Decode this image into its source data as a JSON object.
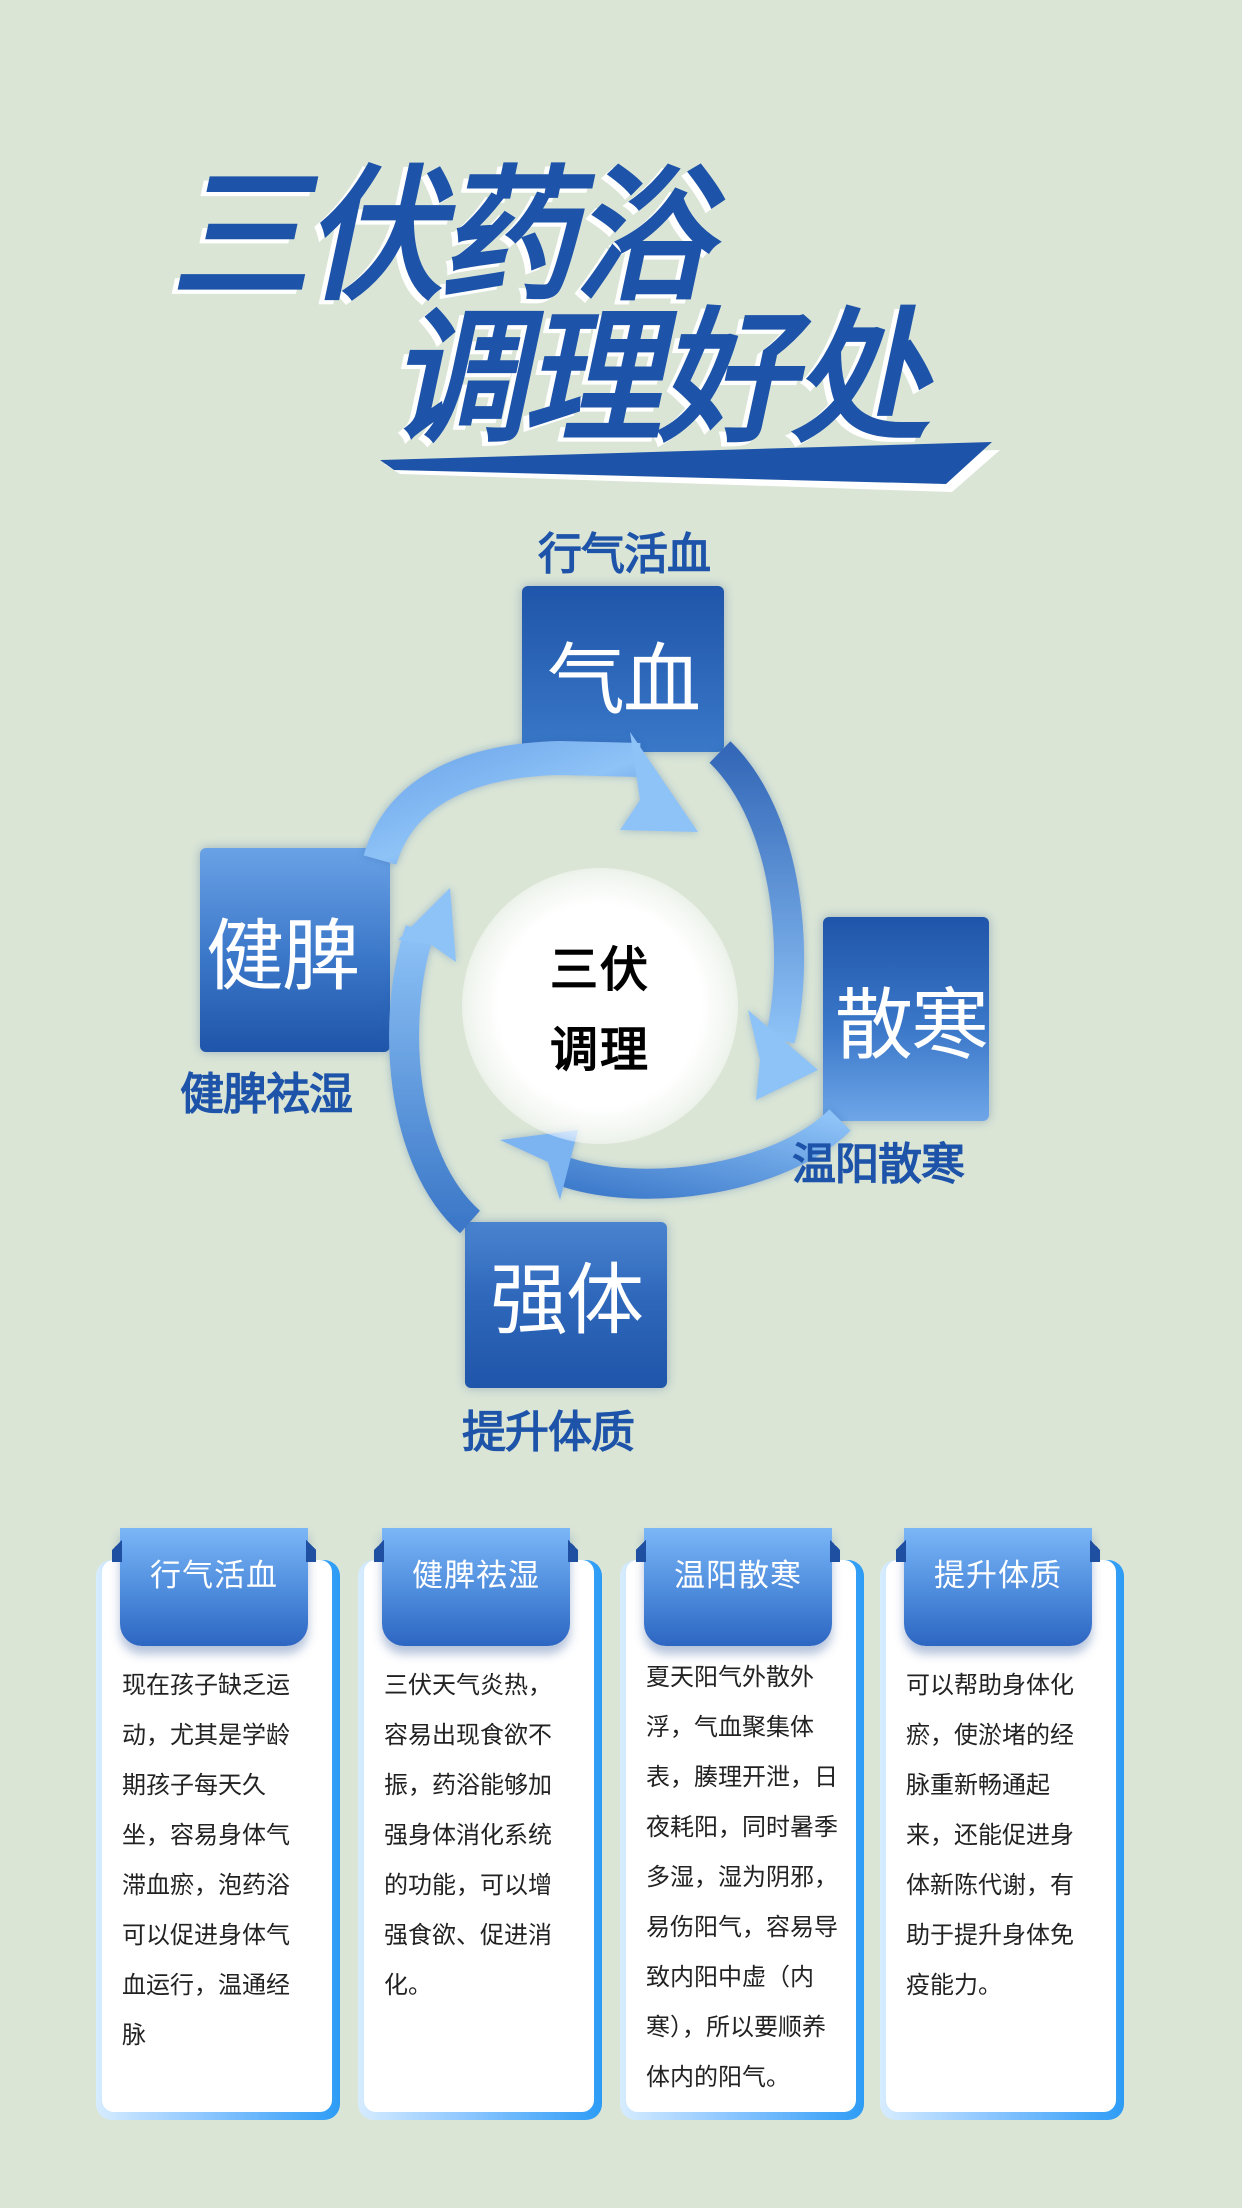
{
  "title": {
    "line1": "三伏药浴",
    "line2": "调理好处"
  },
  "diagram": {
    "center": {
      "line1": "三伏",
      "line2": "调理"
    },
    "nodes": [
      {
        "id": "qixue",
        "label": "气血",
        "caption": "行气活血"
      },
      {
        "id": "sanhan",
        "label": "散寒",
        "caption": "温阳散寒"
      },
      {
        "id": "qiangti",
        "label": "强体",
        "caption": "提升体质"
      },
      {
        "id": "jianpi",
        "label": "健脾",
        "caption": "健脾祛湿"
      }
    ],
    "colors": {
      "primary": "#1d53a8",
      "arrow_light": "#8ec3f7",
      "arrow_dark": "#3f7ccc",
      "background": "#dae5d6"
    }
  },
  "cards": [
    {
      "title": "行气活血",
      "body": "现在孩子缺乏运\n动，尤其是学龄\n期孩子每天久\n坐，容易身体气\n滞血瘀，泡药浴\n可以促进身体气\n血运行，温通经\n脉"
    },
    {
      "title": "健脾祛湿",
      "body": "三伏天气炎热，\n容易出现食欲不\n振，药浴能够加\n强身体消化系统\n的功能，可以增\n强食欲、促进消\n化。"
    },
    {
      "title": "温阳散寒",
      "body": "夏天阳气外散外\n浮，气血聚集体\n表，腠理开泄，日\n夜耗阳，同时暑季\n多湿，湿为阴邪，\n易伤阳气，容易导\n致内阳中虚（内\n寒），所以要顺养\n体内的阳气。"
    },
    {
      "title": "提升体质",
      "body": "可以帮助身体化\n瘀，使淤堵的经\n脉重新畅通起\n来，还能促进身\n体新陈代谢，有\n助于提升身体免\n疫能力。"
    }
  ]
}
